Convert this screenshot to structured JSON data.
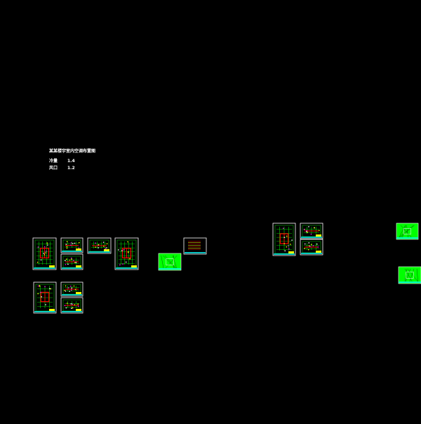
{
  "drawing": {
    "title": "某某楼宇室内空调布置图",
    "legend_rows": [
      {
        "label": "冷量",
        "value": "1.4"
      },
      {
        "label": "风口",
        "value": "1.2"
      }
    ]
  },
  "colors": {
    "background": "#000000",
    "frame": "#ffffff",
    "title_bar": "#00ffff",
    "walls": "#00ff00",
    "ducts": "#ff0000",
    "notes": "#ffff00",
    "accent": "#ff00ff"
  }
}
